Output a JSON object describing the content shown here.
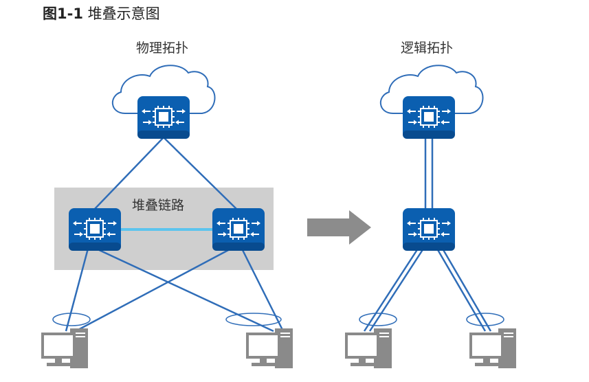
{
  "caption": {
    "number": "图1-1",
    "title": "堆叠示意图"
  },
  "physical": {
    "title": "物理拓扑",
    "stack_link_label": "堆叠链路"
  },
  "logical": {
    "title": "逻辑拓扑"
  },
  "colors": {
    "switch_fill": "#0b5fb0",
    "switch_dark": "#084b8f",
    "link_line": "#2f6db8",
    "stack_link": "#5cc4ee",
    "stack_box": "#cfcfcf",
    "arrow": "#8c8c8c",
    "pc_gray": "#8a8a8a"
  },
  "icons": [
    "cloud-icon",
    "switch-icon",
    "pc-icon",
    "link-aggregation-ellipse",
    "arrow-right-icon"
  ]
}
